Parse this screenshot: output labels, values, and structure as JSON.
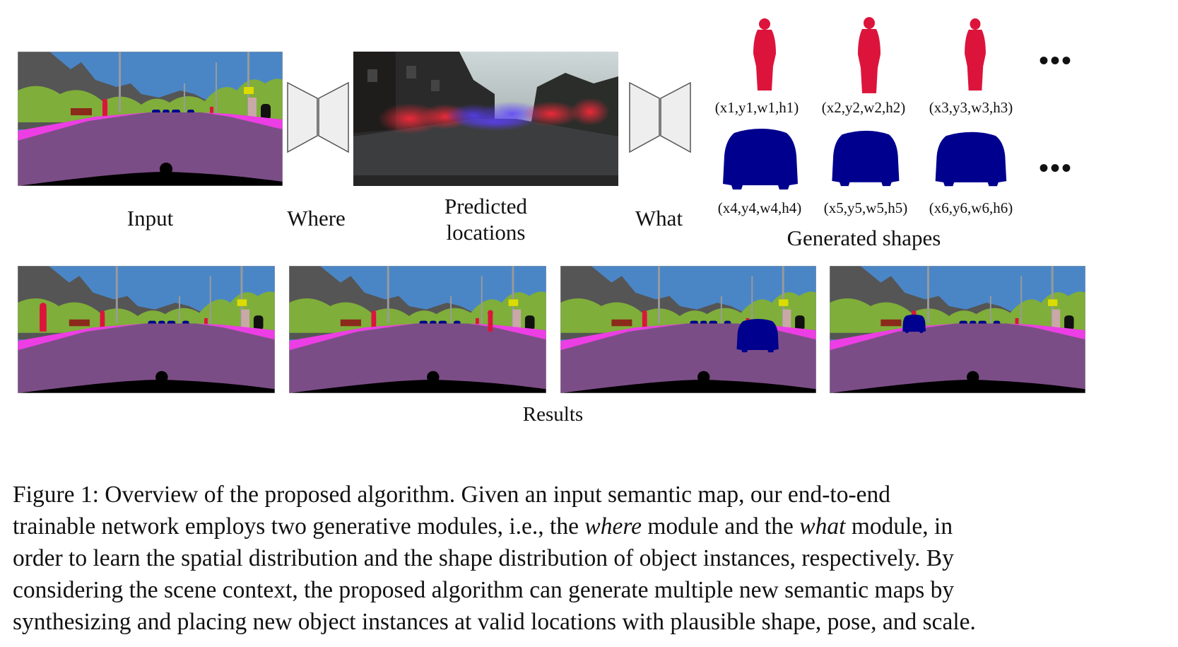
{
  "figure": {
    "labels": {
      "input": "Input",
      "where": "Where",
      "predicted_line1": "Predicted",
      "predicted_line2": "locations",
      "what": "What",
      "generated_shapes": "Generated shapes",
      "results": "Results"
    },
    "ellipsis": "•••",
    "coords_persons": [
      "(x1,y1,w1,h1)",
      "(x2,y2,w2,h2)",
      "(x3,y3,w3,h3)"
    ],
    "coords_cars": [
      "(x4,y4,w4,h4)",
      "(x5,y5,w5,h5)",
      "(x6,y6,w6,h6)"
    ],
    "colors": {
      "sky": "#4a86c6",
      "building": "#555555",
      "vegetation": "#7fae3a",
      "road": "#7b4d86",
      "sidewalk": "#ec3ee4",
      "person": "#dc143c",
      "car": "#00008e",
      "ego": "#000000",
      "encoder_fill": "#eeeeee"
    }
  },
  "caption": {
    "line1_a": "Figure 1:   Overview of the proposed algorithm.  Given an input semantic map, our end-to-end",
    "line2_a": "trainable network employs two generative modules, i.e., the ",
    "line2_em1": "where",
    "line2_b": " module and the ",
    "line2_em2": "what",
    "line2_c": " module, in",
    "line3": "order to learn the spatial distribution and the shape distribution of object instances, respectively. By",
    "line4": "considering the scene context, the proposed algorithm can generate multiple new semantic maps by",
    "line5": "synthesizing and placing new object instances at valid locations with plausible shape, pose, and scale."
  }
}
